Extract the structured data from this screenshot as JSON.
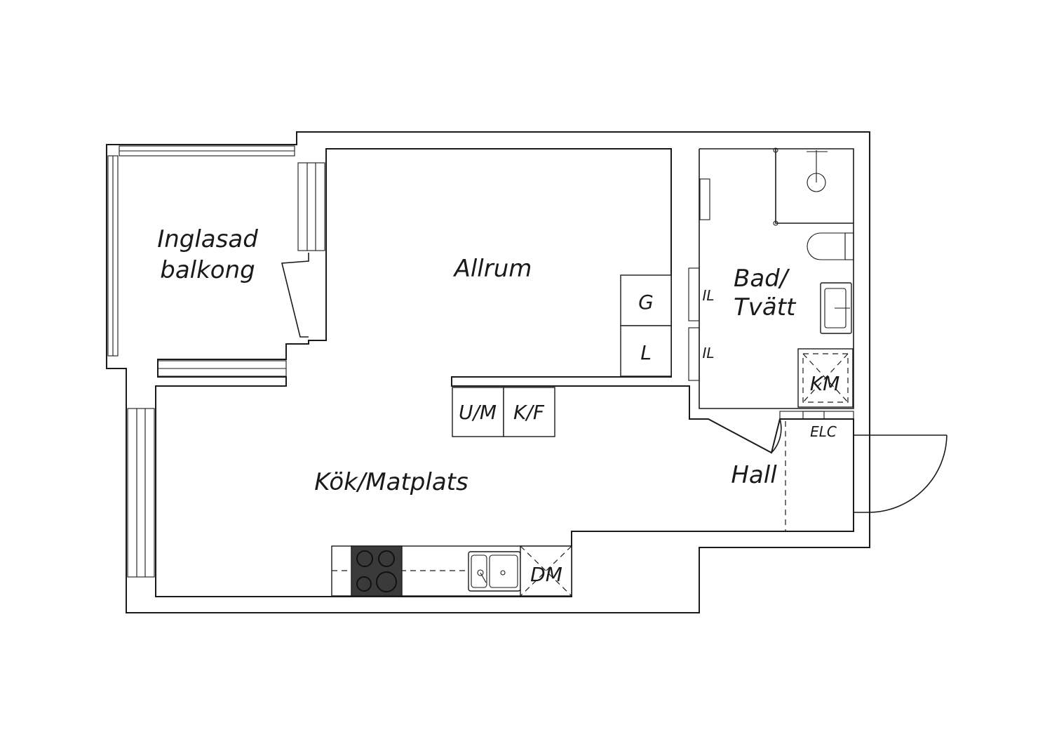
{
  "rooms": {
    "balcony_line1": "Inglasad",
    "balcony_line2": "balkong",
    "living": "Allrum",
    "bath_line1": "Bad/",
    "bath_line2": "Tvätt",
    "kitchen": "Kök/Matplats",
    "hall": "Hall"
  },
  "fixtures": {
    "wardrobe_g": "G",
    "wardrobe_l": "L",
    "fridge_freezer_um": "U/M",
    "fridge_freezer_kf": "K/F",
    "dishwasher": "DM",
    "washing_machine": "KM",
    "electrical_cabinet": "ELC",
    "inspection_hatch_1": "IL",
    "inspection_hatch_2": "IL"
  },
  "colors": {
    "line": "#1a1a1a",
    "background": "#ffffff",
    "hob": "#3a3a3a"
  }
}
